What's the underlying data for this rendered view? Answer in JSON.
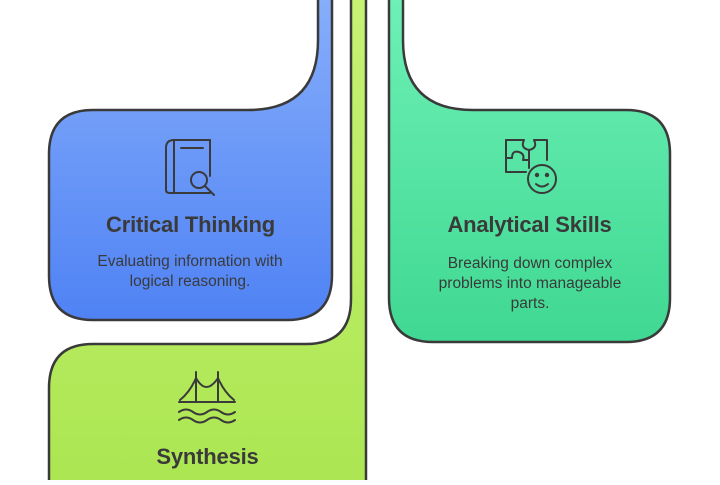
{
  "colors": {
    "blue": "#5a8cf7",
    "green": "#4fe0a0",
    "lime": "#b8ec5e",
    "outline": "#3a3a3a"
  },
  "cards": [
    {
      "id": "critical-thinking",
      "title": "Critical Thinking",
      "description": "Evaluating information with logical reasoning.",
      "icon": "book-search-icon"
    },
    {
      "id": "analytical-skills",
      "title": "Analytical Skills",
      "description": "Breaking down complex problems into manageable parts.",
      "icon": "puzzle-face-icon"
    },
    {
      "id": "synthesis",
      "title": "Synthesis",
      "icon": "bridge-icon"
    }
  ]
}
